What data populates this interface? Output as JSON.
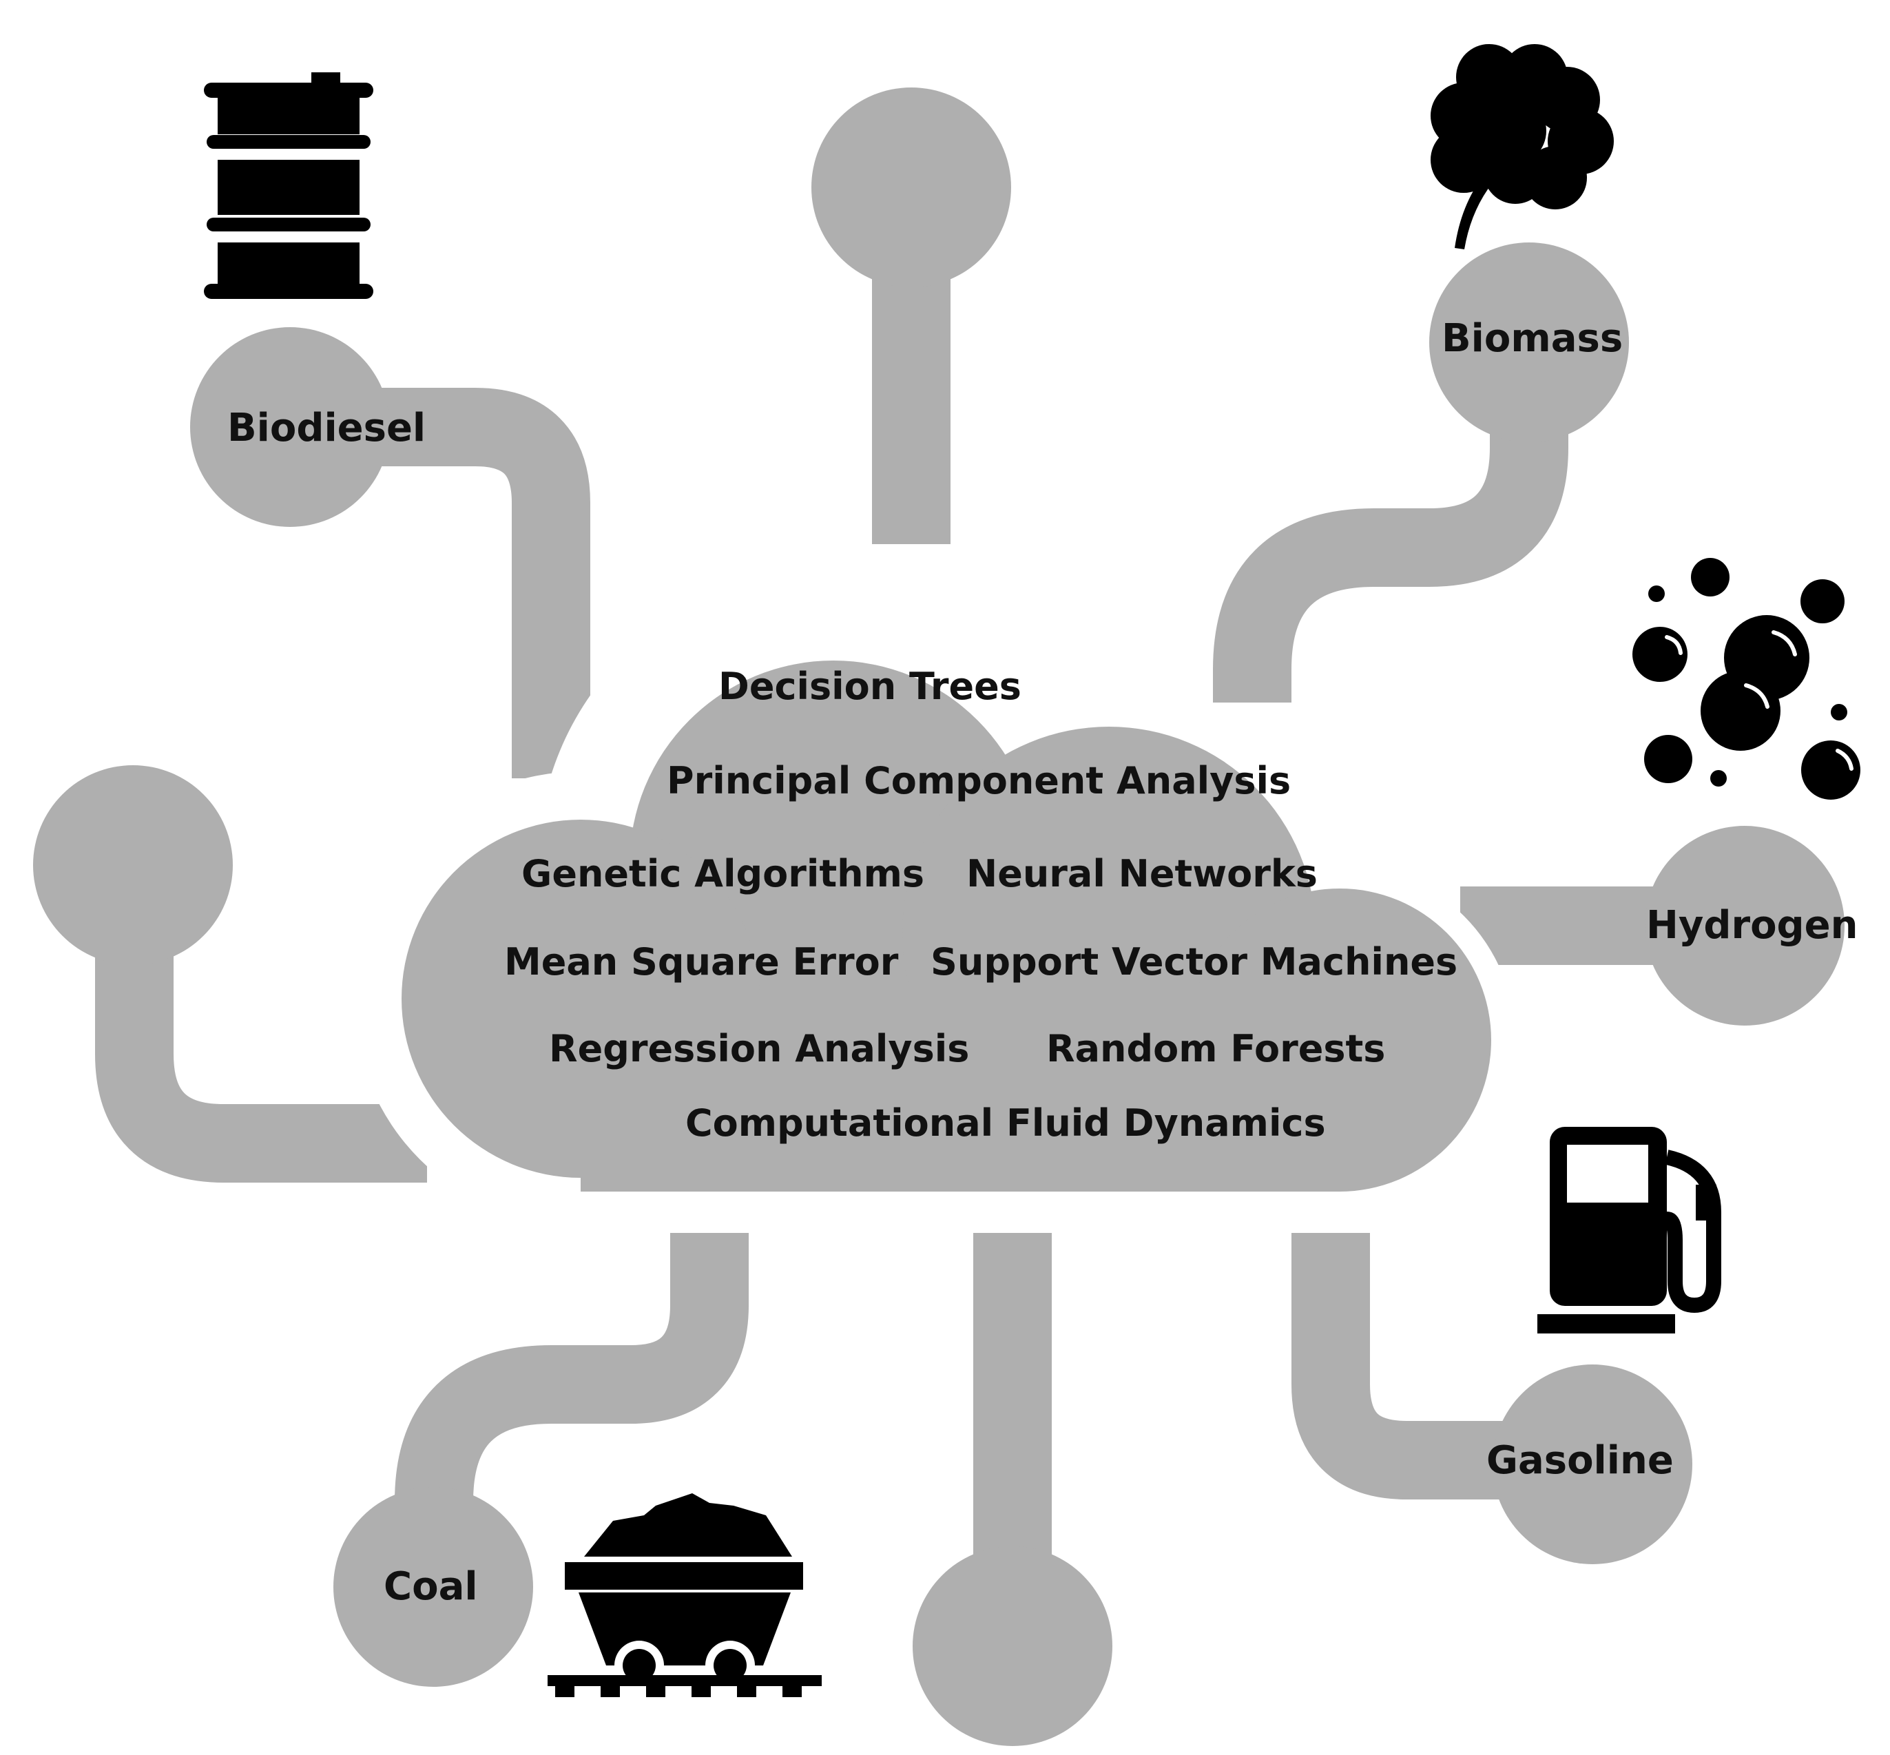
{
  "colors": {
    "shape": "#afafaf",
    "icon": "#000000",
    "text": "#111111",
    "background": "#ffffff"
  },
  "cloud_terms": [
    "Decision Trees",
    "Principal Component Analysis",
    "Genetic Algorithms",
    "Neural Networks",
    "Mean Square Error",
    "Support Vector Machines",
    "Regression Analysis",
    "Random Forests",
    "Computational Fluid Dynamics"
  ],
  "fuel_nodes": {
    "biodiesel": "Biodiesel",
    "biomass": "Biomass",
    "hydrogen": "Hydrogen",
    "gasoline": "Gasoline",
    "coal": "Coal"
  },
  "icons": {
    "biodiesel": "oil-barrel-icon",
    "biomass": "clover-icon",
    "hydrogen": "bubbles-icon",
    "gasoline": "fuel-pump-icon",
    "coal": "coal-cart-icon"
  }
}
